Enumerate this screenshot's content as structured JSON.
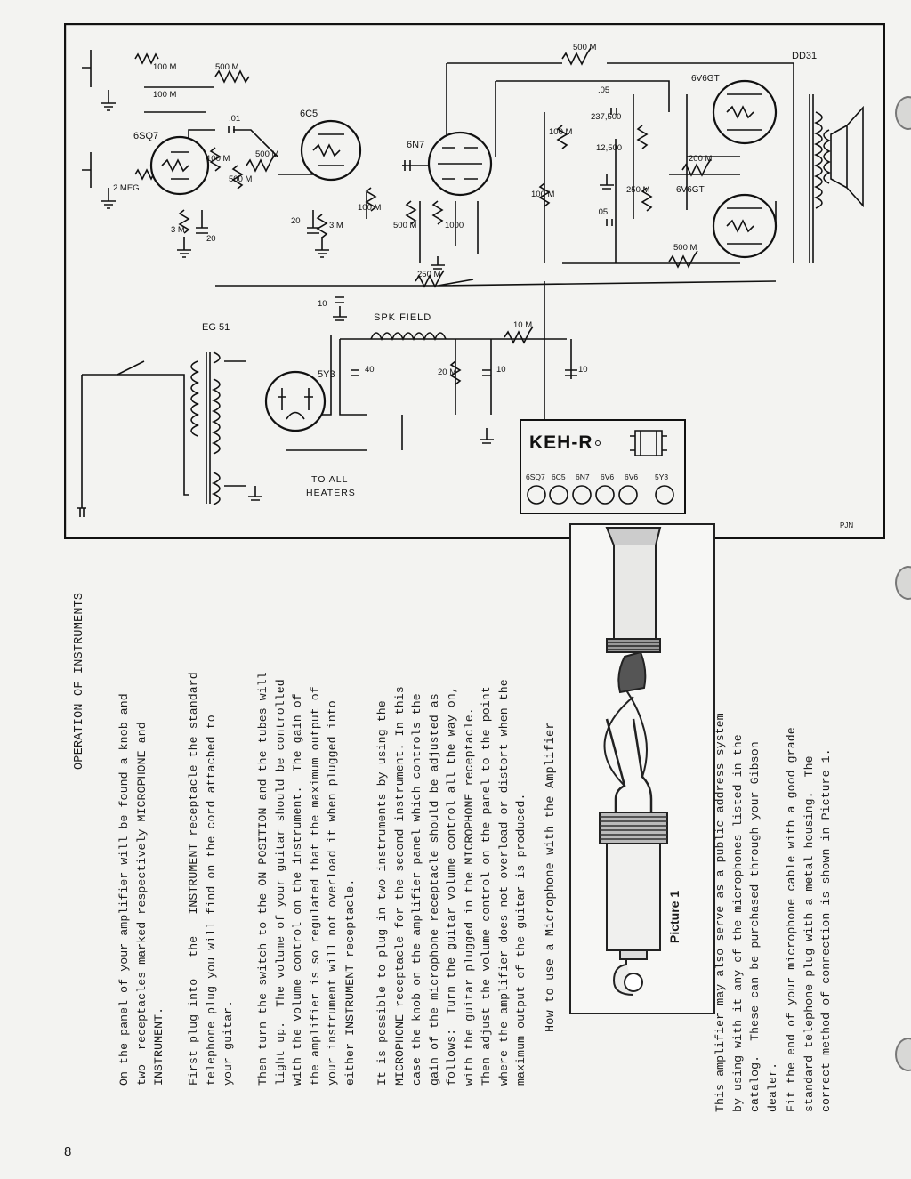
{
  "schematic": {
    "tubes": [
      "6SQ7",
      "6C5",
      "6N7",
      "6V6GT",
      "6V6GT",
      "5Y3"
    ],
    "transformers": [
      "DD31",
      "EG 51"
    ],
    "labels": {
      "r1": "100 M",
      "r2": "500 M",
      "r3": "100 M",
      "r4": "2 MEG",
      "c01": ".01",
      "r5": "100 M",
      "r6": "500 M",
      "r7": "500 M",
      "r8": "3 M",
      "c20a": "20",
      "c20b": "20",
      "r9": "3 M",
      "r10": "100 M",
      "r11": "500 M",
      "r12": "1000",
      "r13": "250 M",
      "c10a": "10",
      "r14": "500 M",
      "c05a": ".05",
      "r15": "237,500",
      "r16": "12,500",
      "r17": "100 M",
      "r18": "100 M",
      "r19": "250 M",
      "c05b": ".05",
      "r20": "200 M",
      "r21": "500 M",
      "spk_field": "SPK FIELD",
      "c40": "40",
      "r22": "20 M",
      "c10b": "10",
      "r23": "10 M",
      "c10c": "10",
      "heaters_1": "TO ALL",
      "heaters_2": "HEATERS",
      "signature": "PJN"
    },
    "layout_chart": {
      "brand": "KEH-R",
      "sockets": [
        "6SQ7",
        "6C5",
        "6N7",
        "6V6",
        "6V6",
        "5Y3"
      ]
    }
  },
  "page": {
    "number": "8",
    "heading": "OPERATION OF INSTRUMENTS",
    "para1": [
      "On the panel of your amplifier will be found a knob and",
      "two  receptacles marked respectively MICROPHONE and",
      "INSTRUMENT."
    ],
    "para2": [
      "First plug into   the   INSTRUMENT receptacle the standard",
      "telephone plug you will find on the cord attached to",
      "your guitar."
    ],
    "para3": [
      "Then turn the switch to the ON POSITION and the tubes will",
      "light up.  The volume of your guitar should be controlled",
      "with the volume control on the instrument.  The gain of",
      "the amplifier is so regulated that the maximum output of",
      "your instrument will not overload it when plugged into",
      "either INSTRUMENT receptacle."
    ],
    "para4": [
      "It is possible to plug in two instruments by using the",
      "MICROPHONE receptacle for the second instrument. In this",
      "case the knob on the amplifier panel which controls the",
      "gain of the microphone receptacle should be adjusted as",
      "follows:  Turn the guitar volume control all the way on,",
      "with the guitar plugged in the MICROPHONE receptacle.",
      "Then adjust the volume control on the panel to the point",
      "where the amplifier does not overload or distort when the",
      "maximum output of the guitar is produced."
    ],
    "mic_heading": "How to use a Microphone with the Amplifier",
    "picture_caption": "Picture 1",
    "para5": [
      "This amplifier may also serve as a public address system",
      "by using with it any of the microphones listed in the",
      "catalog.  These can be purchased through your Gibson",
      "dealer."
    ],
    "para6": [
      "Fit the end of your microphone cable with a good grade",
      "standard telephone plug with a metal housing.  The",
      "correct method of connection is shown in Picture 1."
    ]
  }
}
